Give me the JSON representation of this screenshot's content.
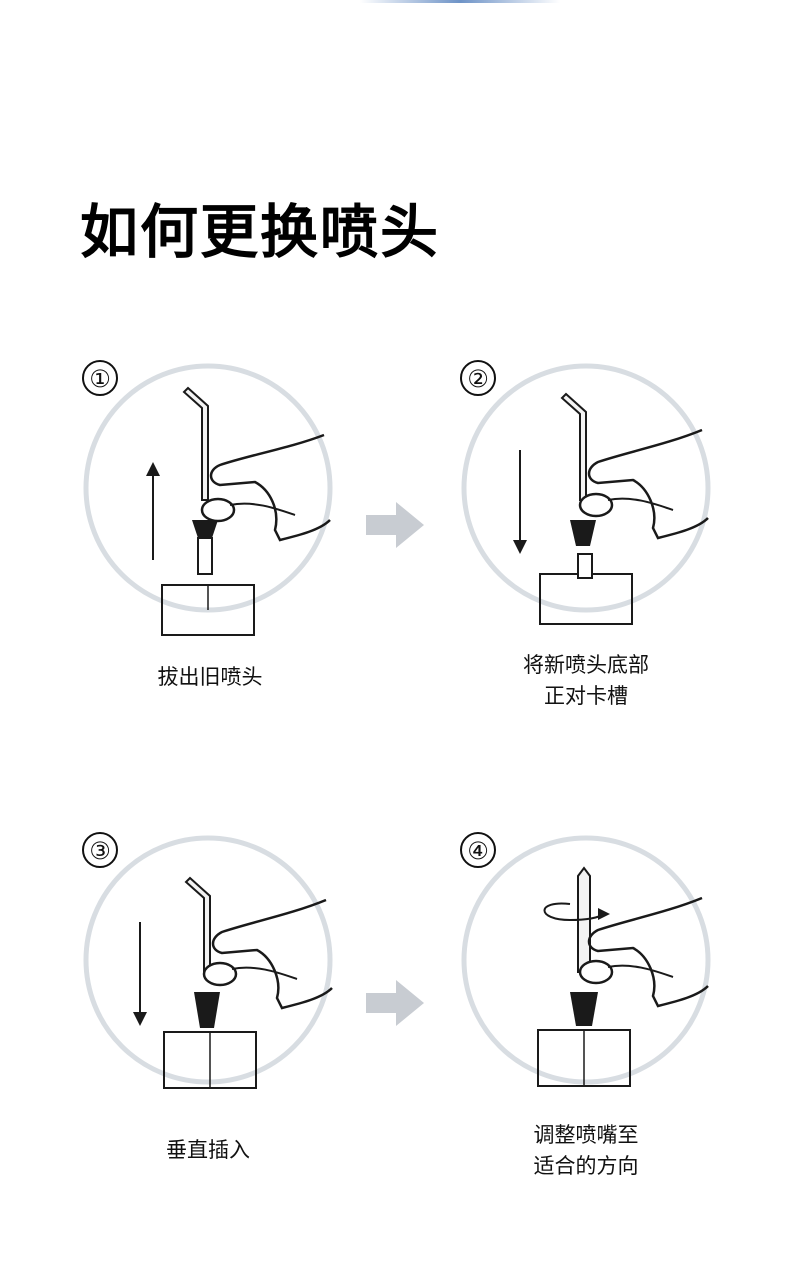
{
  "page": {
    "title": "如何更换喷头"
  },
  "steps": [
    {
      "number": "①",
      "caption_lines": [
        "拔出旧喷头"
      ]
    },
    {
      "number": "②",
      "caption_lines": [
        "将新喷头底部",
        "正对卡槽"
      ]
    },
    {
      "number": "③",
      "caption_lines": [
        "垂直插入"
      ]
    },
    {
      "number": "④",
      "caption_lines": [
        "调整喷嘴至",
        "适合的方向"
      ]
    }
  ],
  "colors": {
    "circle_ring": "#d8dde2",
    "line_art": "#1a1a1a",
    "flow_arrow": "#c8ccd2",
    "topbar": "#6e93c7"
  },
  "icons": [
    "flow-arrow-icon",
    "flow-arrow-icon"
  ]
}
